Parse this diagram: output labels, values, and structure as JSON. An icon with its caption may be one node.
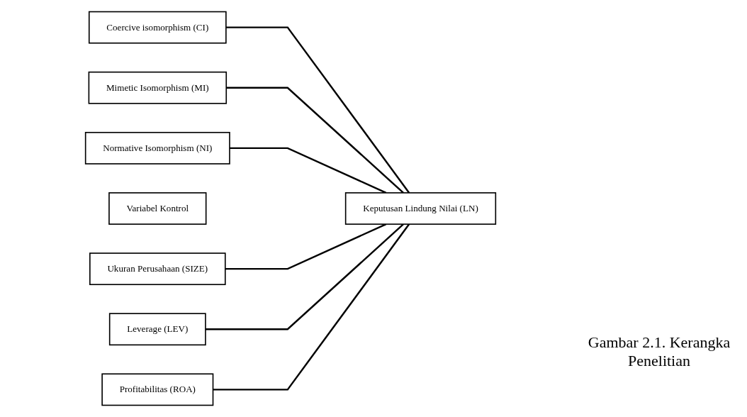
{
  "diagram": {
    "caption": "Gambar 2.1. Kerangka Penelitian",
    "nodes": [
      {
        "text": [
          "Coercive isomorphism (CI)"
        ]
      },
      {
        "text": [
          "Mimetic Isomorphism (MI)"
        ]
      },
      {
        "text": [
          "Normative Isomorphism (NI)"
        ]
      },
      {
        "text": [
          "Variabel Kontrol"
        ]
      },
      {
        "text": [
          "Ukuran Perusahaan (SIZE)"
        ]
      },
      {
        "text": [
          "Leverage (LEV)"
        ]
      },
      {
        "text": [
          "Profitabilitas (ROA)"
        ]
      },
      {
        "text": [
          "Keputusan Lindung Nilai (LN)"
        ]
      }
    ],
    "edges": [
      {
        "from": 0,
        "to": 7,
        "arrow": "none"
      },
      {
        "from": 1,
        "to": 7,
        "arrow": "none"
      },
      {
        "from": 2,
        "to": 7,
        "arrow": "none"
      },
      {
        "from": 4,
        "to": 7,
        "arrow": "none"
      },
      {
        "from": 5,
        "to": 7,
        "arrow": "none"
      },
      {
        "from": 6,
        "to": 7,
        "arrow": "none"
      }
    ]
  }
}
